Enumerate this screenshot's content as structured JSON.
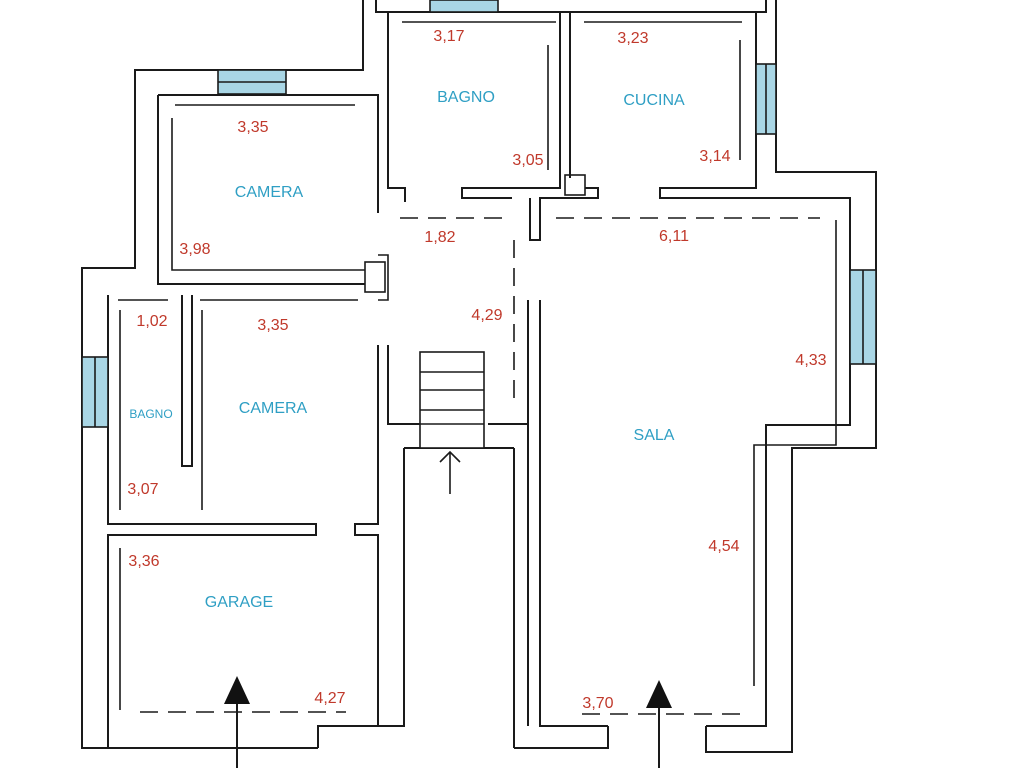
{
  "colors": {
    "room_label": "#2f9fc4",
    "dimension": "#c0392b",
    "window_fill": "#a9d6e5",
    "wall": "#1a1a1a"
  },
  "rooms": {
    "camera_top": "CAMERA",
    "bagno_top": "BAGNO",
    "cucina": "CUCINA",
    "bagno_small": "BAGNO",
    "camera_mid": "CAMERA",
    "garage": "GARAGE",
    "sala": "SALA"
  },
  "dimensions": {
    "bagno_width": "3,17",
    "bagno_depth": "3,05",
    "cucina_width": "3,23",
    "cucina_depth": "3,14",
    "camera_top_width": "3,35",
    "camera_top_depth": "3,98",
    "corridor_width": "1,82",
    "sala_top_width": "6,11",
    "corridor_length": "4,29",
    "bagno_small_width": "1,02",
    "camera_mid_width": "3,35",
    "bagno_small_depth": "3,07",
    "sala_right_upper": "4,33",
    "sala_right_lower": "4,54",
    "garage_depth": "3,36",
    "garage_width": "4,27",
    "sala_bottom_width": "3,70"
  },
  "icons": {
    "stair_arrow": "arrow-up-icon",
    "entrance_arrow": "triangle-up-icon"
  }
}
